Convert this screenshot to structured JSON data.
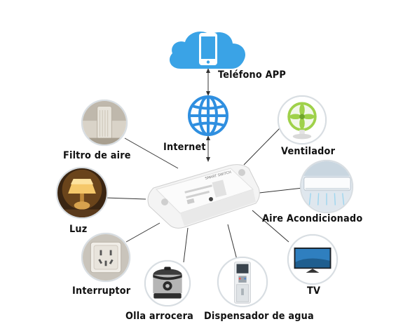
{
  "colors": {
    "cloud": "#3aa3e6",
    "globe": "#2f8fe0",
    "line": "#333333",
    "device": "#f4f4f4"
  },
  "cloud": {
    "label": "Teléfono APP",
    "icon": "smartphone-icon"
  },
  "internet": {
    "label": "Internet",
    "icon": "globe-icon"
  },
  "hub": {
    "icon": "smart-switch-icon",
    "brand": "SMART SWITCH"
  },
  "devices": {
    "filtro": {
      "label": "Filtro de aire",
      "icon": "air-filter-icon"
    },
    "luz": {
      "label": "Luz",
      "icon": "lamp-icon"
    },
    "interruptor": {
      "label": "Interruptor",
      "icon": "wall-socket-icon"
    },
    "olla": {
      "label": "Olla arrocera",
      "icon": "rice-cooker-icon"
    },
    "dispensador": {
      "label": "Dispensador de agua",
      "icon": "water-dispenser-icon"
    },
    "tv": {
      "label": "TV",
      "icon": "tv-icon"
    },
    "aire": {
      "label": "Aire Acondicionado",
      "icon": "air-conditioner-icon"
    },
    "ventilador": {
      "label": "Ventilador",
      "icon": "fan-icon"
    }
  }
}
